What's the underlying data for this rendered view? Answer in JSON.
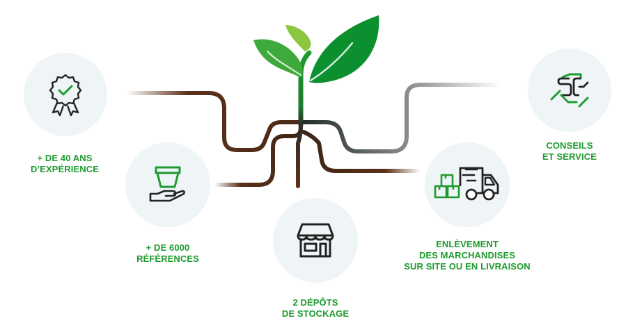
{
  "features": [
    {
      "id": "experience",
      "label": "+ DE 40 ANS\nD’EXPÉRIENCE",
      "icon": "award-ribbon-check-icon"
    },
    {
      "id": "references",
      "label": "+ DE 6000\nRÉFÉRENCES",
      "icon": "hand-holding-planter-icon"
    },
    {
      "id": "storage",
      "label": "2 DÉPÔTS\nDE STOCKAGE",
      "icon": "storefront-depot-icon"
    },
    {
      "id": "pickup",
      "label": "ENLÈVEMENT\nDES MARCHANDISES\nSUR SITE OU EN LIVRAISON",
      "icon": "delivery-truck-boxes-icon"
    },
    {
      "id": "advice",
      "label": "CONSEILS\nET SERVICE",
      "icon": "handshake-icon"
    }
  ],
  "colors": {
    "brand_green": "#1e9b2e",
    "leaf_dark": "#0b8f2f",
    "leaf_mid": "#3faa3c",
    "leaf_light": "#8cc63f",
    "root_brown": "#5c3018",
    "root_grey": "#8e8e93",
    "icon_dark": "#222222",
    "circle_bg": "#eff4f7"
  }
}
